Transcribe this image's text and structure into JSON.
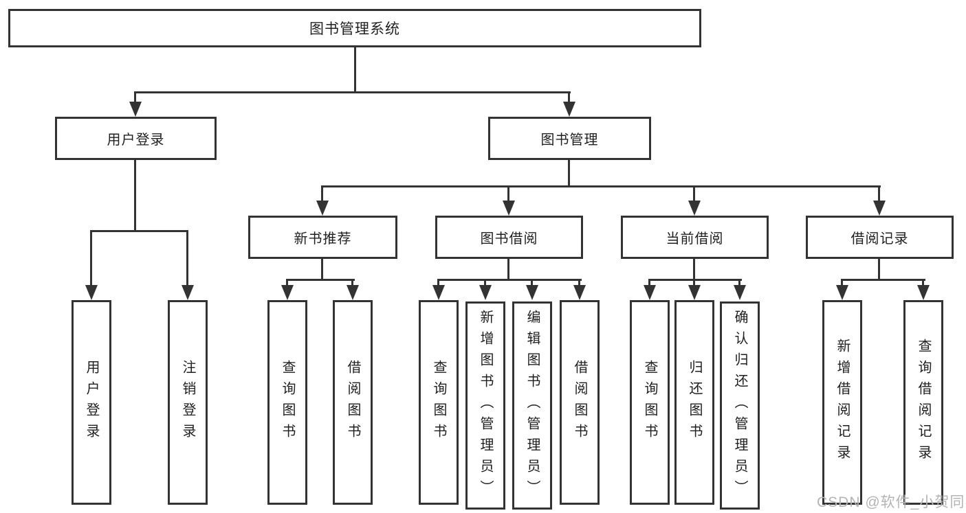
{
  "diagram": {
    "title": "图书管理系统",
    "branches": [
      {
        "label": "用户登录",
        "children": [
          {
            "label": "用户登录"
          },
          {
            "label": "注销登录"
          }
        ]
      },
      {
        "label": "图书管理",
        "children": [
          {
            "label": "新书推荐",
            "children": [
              {
                "label": "查询图书"
              },
              {
                "label": "借阅图书"
              }
            ]
          },
          {
            "label": "图书借阅",
            "children": [
              {
                "label": "查询图书"
              },
              {
                "label": "新增图书（管理员）"
              },
              {
                "label": "编辑图书（管理员）"
              },
              {
                "label": "借阅图书"
              }
            ]
          },
          {
            "label": "当前借阅",
            "children": [
              {
                "label": "查询图书"
              },
              {
                "label": "归还图书"
              },
              {
                "label": "确认归还（管理员）"
              }
            ]
          },
          {
            "label": "借阅记录",
            "children": [
              {
                "label": "新增借阅记录"
              },
              {
                "label": "查询借阅记录"
              }
            ]
          }
        ]
      }
    ]
  },
  "watermark": {
    "text": "CSDN @软件_小贺同学",
    "color": "#b4b4b4"
  },
  "colors": {
    "line": "#333333",
    "box_border": "#333333",
    "text": "#1f1f1f",
    "background": "#ffffff"
  }
}
